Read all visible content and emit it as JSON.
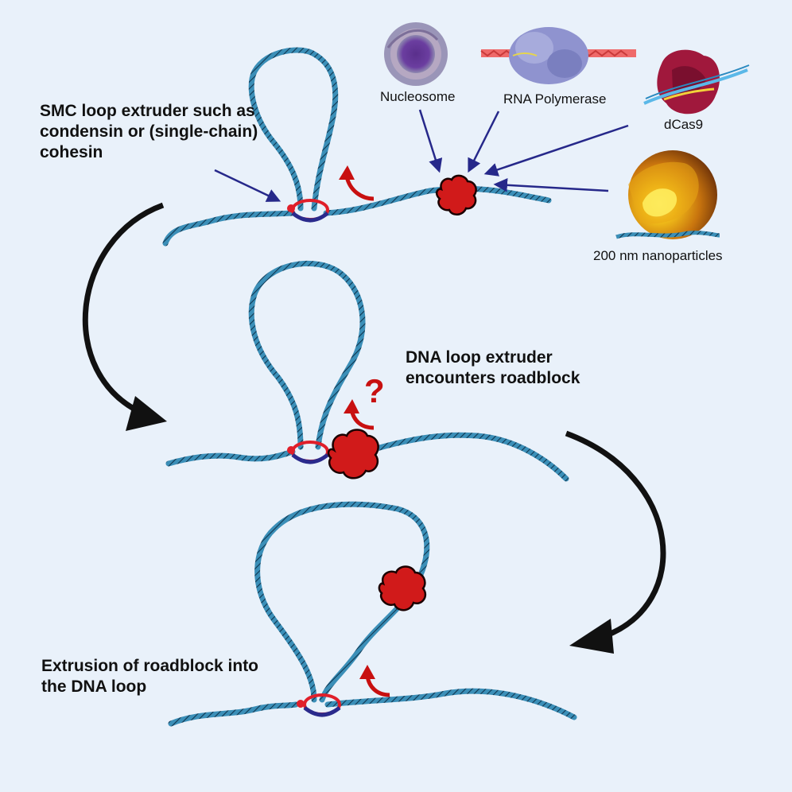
{
  "labels": {
    "smc_loop_extruder": "SMC loop extruder such as condensin or (single-chain) cohesin",
    "nucleosome": "Nucleosome",
    "rna_polymerase": "RNA Polymerase",
    "dcas9": "dCas9",
    "nanoparticles": "200 nm nanoparticles",
    "encounters": "DNA loop extruder encounters roadblock",
    "extrusion": "Extrusion of roadblock into the DNA loop",
    "question_mark": "?"
  },
  "colors": {
    "background": "#e9f1fa",
    "dna": "#3b8fb8",
    "roadblock": "#d11a1a",
    "smc_red": "#e01f2a",
    "smc_blue": "#2a2a8c",
    "pointer_arrow": "#26288a",
    "flow_arrow": "#111111",
    "curved_arrow": "#c81010"
  },
  "icons": [
    "nucleosome-icon",
    "rna-polymerase-icon",
    "dcas9-icon",
    "nanoparticle-icon",
    "roadblock-icon",
    "smc-ring-icon"
  ]
}
